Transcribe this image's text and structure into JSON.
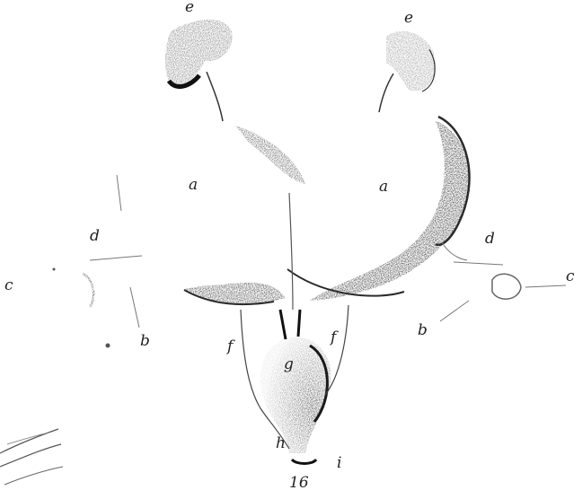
{
  "figure": {
    "number": "16",
    "labels": {
      "a_left": "a",
      "a_right": "a",
      "b_left": "b",
      "b_right": "b",
      "c_left": "c",
      "c_right": "c",
      "d_left": "d",
      "d_right": "d",
      "e_left": "e",
      "e_right": "e",
      "f_left": "f",
      "f_right": "f",
      "g": "g",
      "h": "h",
      "i": "i"
    }
  },
  "colors": {
    "background": "#ffffff",
    "ink": "#222222",
    "shading": "#3a3a3a"
  }
}
